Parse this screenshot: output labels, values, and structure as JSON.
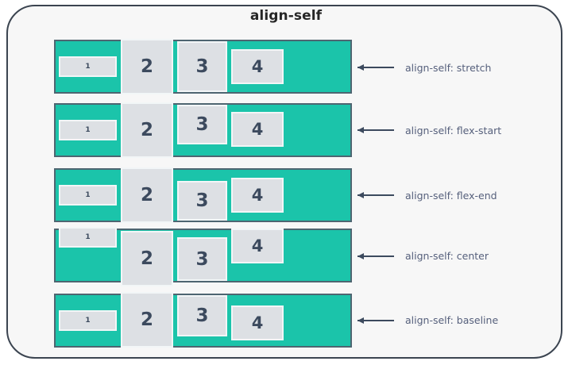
{
  "card": {
    "title": "align-self",
    "background_color": "#f7f7f7",
    "border_color": "#3b4450"
  },
  "colors": {
    "container": "#1bc4aa",
    "container_border": "#4e6571",
    "item": "#dde0e4",
    "item_border": "#f2f6f7",
    "item_text": "#3c4a5e",
    "label_text": "#56607c",
    "arrow": "#3c4a5e",
    "title_text": "#262626"
  },
  "rows": [
    {
      "id": "stretch",
      "label": "align-self: stretch",
      "arrow_icon": "arrow-left-icon",
      "items": [
        {
          "number": "1",
          "align": "center"
        },
        {
          "number": "2",
          "align": "center"
        },
        {
          "number": "3",
          "align": "stretch"
        },
        {
          "number": "4",
          "align": "center"
        }
      ]
    },
    {
      "id": "flex-start",
      "label": "align-self: flex-start",
      "arrow_icon": "arrow-left-icon",
      "items": [
        {
          "number": "1",
          "align": "center"
        },
        {
          "number": "2",
          "align": "center"
        },
        {
          "number": "3",
          "align": "flex-start"
        },
        {
          "number": "4",
          "align": "flex-start"
        }
      ]
    },
    {
      "id": "flex-end",
      "label": "align-self: flex-end",
      "arrow_icon": "arrow-left-icon",
      "items": [
        {
          "number": "1",
          "align": "center"
        },
        {
          "number": "2",
          "align": "center"
        },
        {
          "number": "3",
          "align": "flex-end"
        },
        {
          "number": "4",
          "align": "center"
        }
      ]
    },
    {
      "id": "center",
      "label": "align-self: center",
      "arrow_icon": "arrow-left-icon",
      "items": [
        {
          "number": "1",
          "align": "flex-start"
        },
        {
          "number": "2",
          "align": "center"
        },
        {
          "number": "3",
          "align": "flex-end"
        },
        {
          "number": "4",
          "align": "flex-start"
        }
      ]
    },
    {
      "id": "baseline",
      "label": "align-self: baseline",
      "arrow_icon": "arrow-left-icon",
      "items": [
        {
          "number": "1",
          "align": "center"
        },
        {
          "number": "2",
          "align": "center"
        },
        {
          "number": "3",
          "align": "flex-start"
        },
        {
          "number": "4",
          "align": "center"
        }
      ]
    }
  ]
}
